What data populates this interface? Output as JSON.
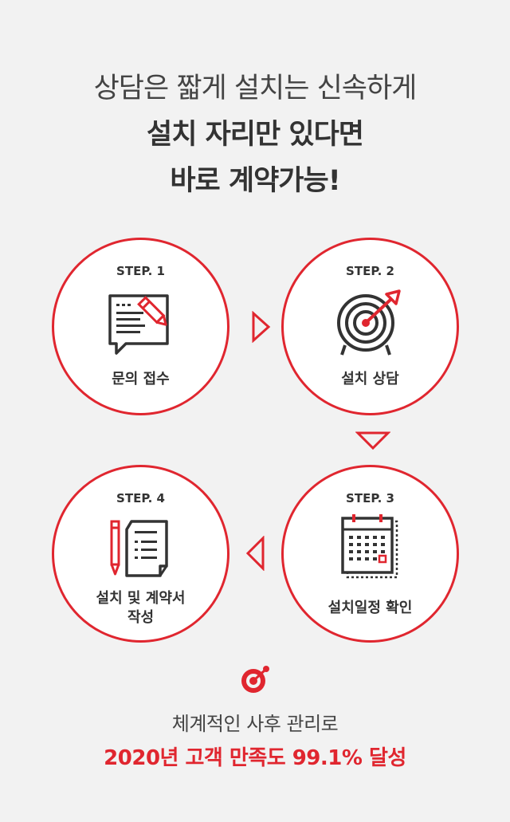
{
  "headline": {
    "line1": "상담은 짧게 설치는 신속하게",
    "line2": "설치 자리만 있다면",
    "line3": "바로 계약가능!"
  },
  "steps": [
    {
      "label": "STEP. 1",
      "name": "문의 접수",
      "icon": "inquiry-form-pencil-icon"
    },
    {
      "label": "STEP. 2",
      "name": "설치 상담",
      "icon": "target-arrow-icon"
    },
    {
      "label": "STEP. 3",
      "name": "설치일정 확인",
      "icon": "calendar-icon"
    },
    {
      "label": "STEP. 4",
      "name_line1": "설치 및 계약서",
      "name_line2": "작성",
      "icon": "pen-document-icon"
    }
  ],
  "footer": {
    "line1": "체계적인 사후 관리로",
    "line2": "2020년 고객 만족도 99.1% 달성",
    "icon": "bullseye-icon"
  },
  "colors": {
    "accent": "#e0262f",
    "text": "#333333",
    "background": "#f2f2f2"
  }
}
